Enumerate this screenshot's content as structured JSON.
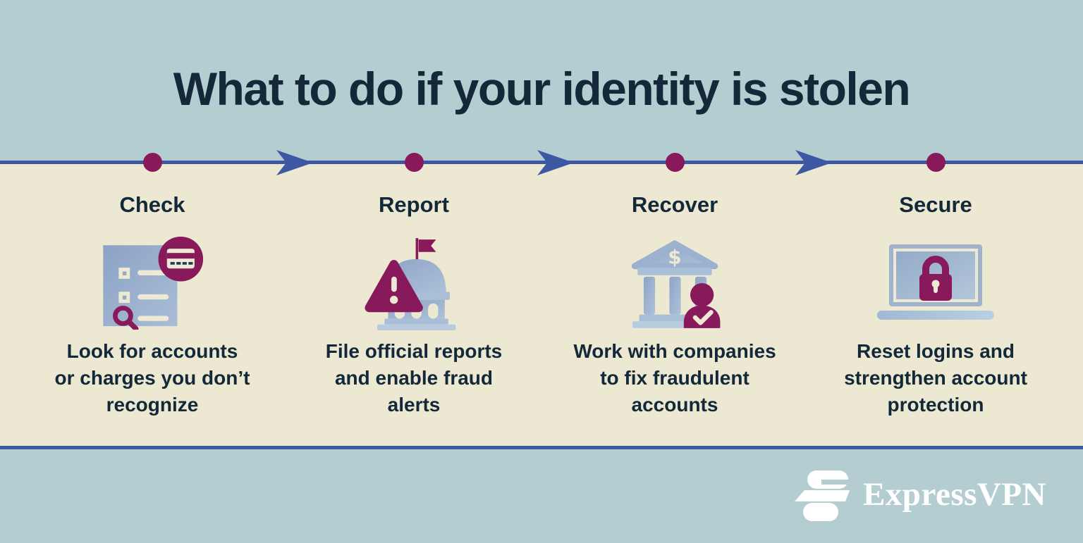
{
  "title": "What to do if your identity is stolen",
  "steps": [
    {
      "label": "Check",
      "icon": "document-search-icon",
      "description": "Look for accounts or charges you don’t recognize",
      "lines": [
        "Look for accounts",
        "or charges you don’t",
        "recognize"
      ]
    },
    {
      "label": "Report",
      "icon": "building-warning-icon",
      "description": "File official reports and enable fraud alerts",
      "lines": [
        "File official reports",
        "and enable fraud",
        "alerts"
      ]
    },
    {
      "label": "Recover",
      "icon": "bank-person-check-icon",
      "description": "Work with companies to fix fraudulent accounts",
      "lines": [
        "Work with companies",
        "to fix fraudulent",
        "accounts"
      ]
    },
    {
      "label": "Secure",
      "icon": "laptop-padlock-icon",
      "description": "Reset logins and strengthen account protection",
      "lines": [
        "Reset logins and",
        "strengthen account",
        "protection"
      ]
    }
  ],
  "footer": {
    "brand_wordmark": "ExpressVPN"
  },
  "colors": {
    "band_background": "#B3CDD1",
    "panel_background": "#ECE8D2",
    "text_navy": "#13293A",
    "timeline_blue": "#3C58A2",
    "accent_maroon": "#88195A",
    "icon_blue": "#93ABC9",
    "icon_blue_light": "#A9BFD8",
    "icon_cream": "#EDE9D4",
    "logo_white": "#FFFFFF"
  }
}
